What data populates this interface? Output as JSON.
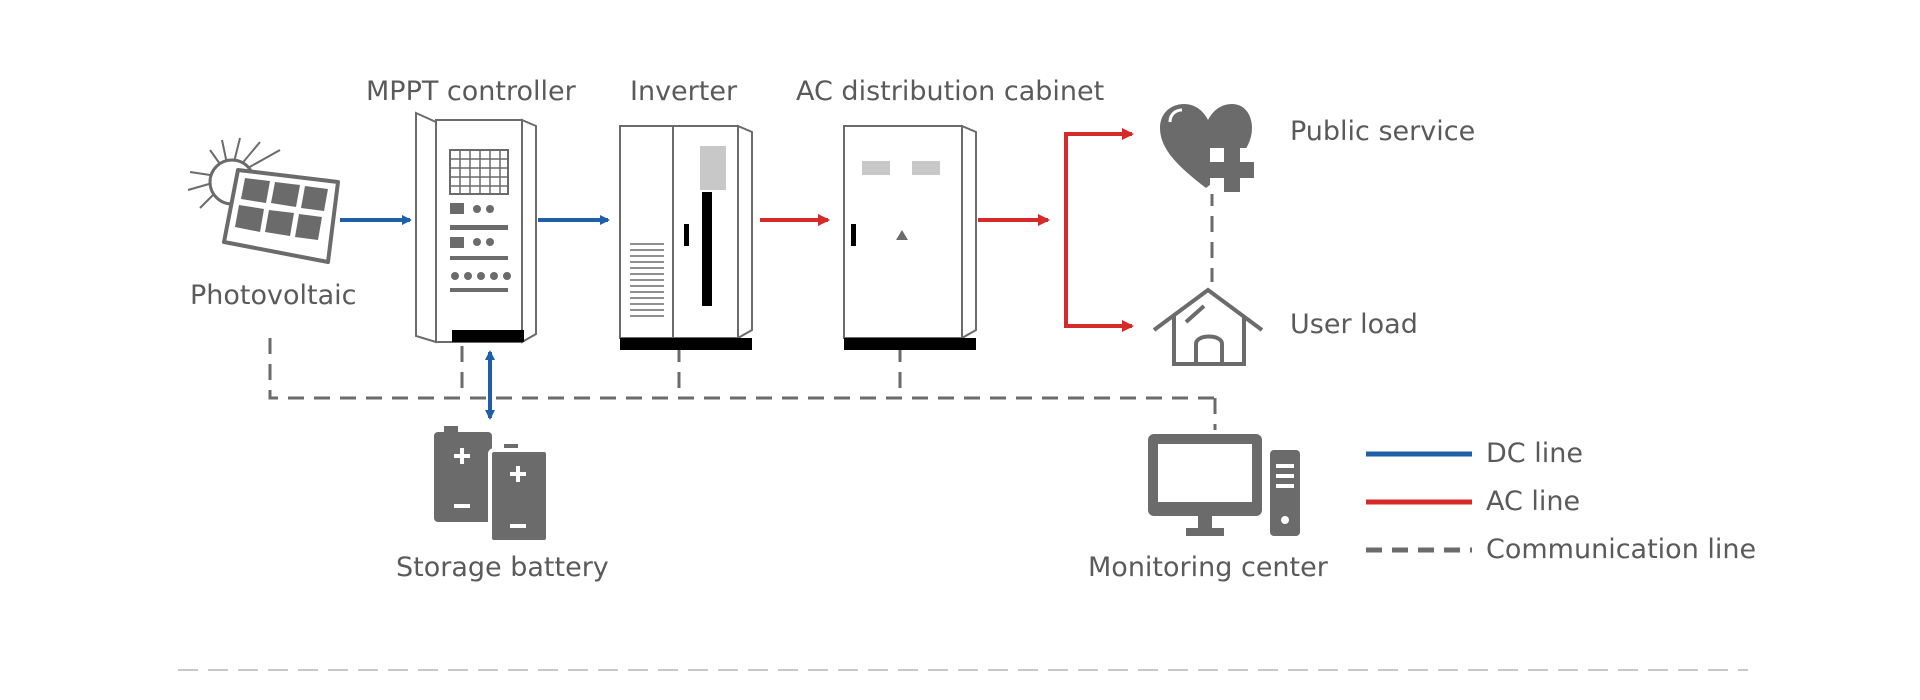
{
  "labels": {
    "photovoltaic": "Photovoltaic",
    "mppt": "MPPT controller",
    "inverter": "Inverter",
    "ac_cabinet": "AC distribution cabinet",
    "public_service": "Public service",
    "user_load": "User load",
    "battery": "Storage battery",
    "monitoring": "Monitoring center"
  },
  "legend": [
    {
      "label": "DC line",
      "style": "solid",
      "color": "#1f5fa8"
    },
    {
      "label": "AC line",
      "style": "solid",
      "color": "#d42a2a"
    },
    {
      "label": "Communication line",
      "style": "dashed",
      "color": "#666666"
    }
  ],
  "colors": {
    "dc_line": "#1f5fa8",
    "ac_line": "#d42a2a",
    "comm_line": "#666666",
    "icon_gray": "#6b6b6b",
    "text": "#5a5a5a"
  },
  "icons": [
    "solar-panel-icon",
    "mppt-cabinet-icon",
    "inverter-cabinet-icon",
    "ac-cabinet-icon",
    "heart-plus-icon",
    "house-icon",
    "battery-icon",
    "monitor-icon",
    "pc-tower-icon"
  ]
}
